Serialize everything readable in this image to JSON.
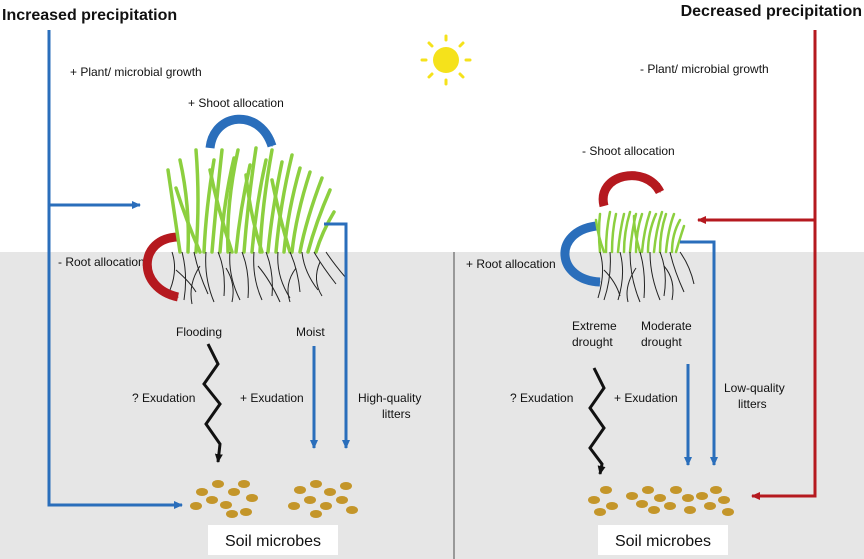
{
  "left": {
    "title": "Increased precipitation",
    "growth": "+ Plant/ microbial growth",
    "shoot": "+ Shoot allocation",
    "root": "- Root allocation",
    "flooding": "Flooding",
    "moist": "Moist",
    "exudation_unknown": "? Exudation",
    "exudation_plus": "+ Exudation",
    "litters_line1": "High-quality",
    "litters_line2": "litters",
    "microbes": "Soil microbes"
  },
  "right": {
    "title": "Decreased precipitation",
    "growth": "- Plant/ microbial growth",
    "shoot": "- Shoot allocation",
    "root": "+ Root allocation",
    "extreme_line1": "Extreme",
    "extreme_line2": "drought",
    "moderate_line1": "Moderate",
    "moderate_line2": "drought",
    "exudation_unknown": "? Exudation",
    "exudation_plus": "+ Exudation",
    "litters_line1": "Low-quality",
    "litters_line2": "litters",
    "microbes": "Soil microbes"
  },
  "colors": {
    "increase_blue": "#2a6ebb",
    "decrease_red": "#b5191f",
    "soil_gray": "#e6e6e6",
    "grass_green": "#8ccf3f",
    "microbe_brown": "#c4962a",
    "sun_yellow": "#f5e21b"
  }
}
